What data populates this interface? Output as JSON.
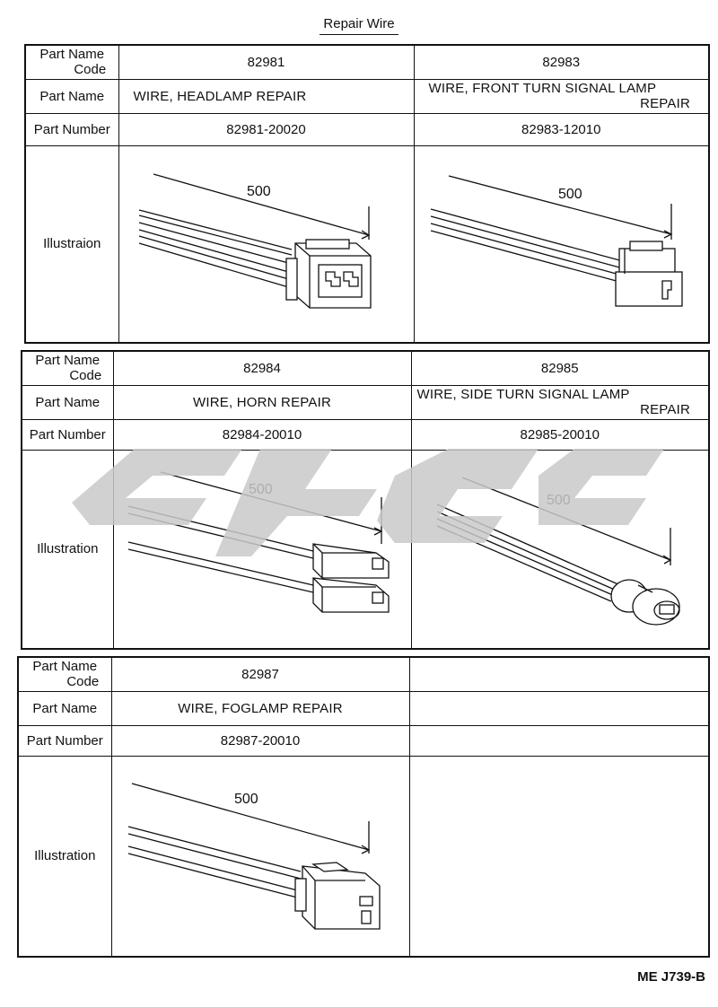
{
  "page": {
    "title": "Repair Wire",
    "reference": "ME J739-B"
  },
  "row_labels": {
    "code_line1": "Part Name",
    "code_line2": "Code",
    "part_name": "Part Name",
    "part_number": "Part Number"
  },
  "tables": [
    {
      "illustration_label": "Illustraion",
      "left": {
        "code": "82981",
        "name_line1": "WIRE, HEADLAMP REPAIR",
        "name_line2": "",
        "number": "82981-20020",
        "dimension": "500"
      },
      "right": {
        "code": "82983",
        "name_line1": "WIRE, FRONT TURN SIGNAL LAMP",
        "name_line2": "REPAIR",
        "number": "82983-12010",
        "dimension": "500"
      }
    },
    {
      "illustration_label": "Illustration",
      "left": {
        "code": "82984",
        "name_line1": "WIRE, HORN REPAIR",
        "name_line2": "",
        "number": "82984-20010",
        "dimension": "500"
      },
      "right": {
        "code": "82985",
        "name_line1": "WIRE, SIDE TURN SIGNAL LAMP",
        "name_line2": "REPAIR",
        "number": "82985-20010",
        "dimension": "500"
      }
    },
    {
      "illustration_label": "Illustration",
      "left": {
        "code": "82987",
        "name_line1": "WIRE, FOGLAMP REPAIR",
        "name_line2": "",
        "number": "82987-20010",
        "dimension": "500"
      },
      "right": {
        "code": "",
        "name_line1": "",
        "name_line2": "",
        "number": "",
        "dimension": ""
      }
    }
  ],
  "colors": {
    "ink": "#111111",
    "watermark": "#c9c9c9"
  }
}
